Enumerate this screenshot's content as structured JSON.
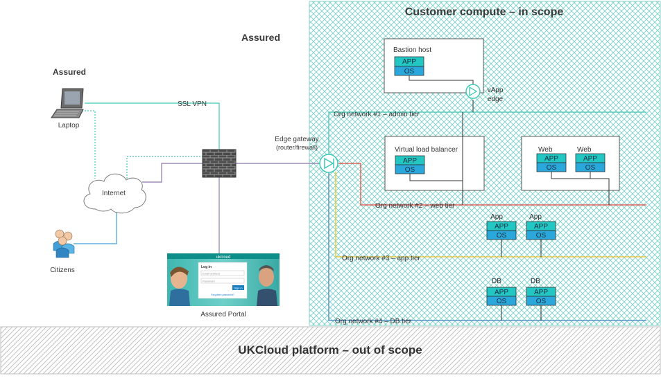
{
  "zones": {
    "customer_title": "Customer compute – in scope",
    "platform_title": "UKCloud platform – out of scope",
    "assured_top": "Assured",
    "assured_left": "Assured"
  },
  "endpoints": {
    "laptop": "Laptop",
    "internet": "Internet",
    "citizens": "Citizens",
    "ssl_vpn": "SSL VPN",
    "edge_gateway_line1": "Edge gateway",
    "edge_gateway_line2": "(router/firewall)",
    "vapp_edge_line1": "vApp",
    "vapp_edge_line2": "edge",
    "portal_caption": "Assured Portal"
  },
  "portal": {
    "brand": "ukcloud",
    "login_title": "Log in",
    "email_placeholder": "Email address",
    "password_placeholder": "Password",
    "signin": "Sign in",
    "forgot": "Forgotten password?"
  },
  "networks": {
    "n1": "Org network #1 – admin tier",
    "n2": "Org network #2 – web tier",
    "n3": "Org network #3 – app tier",
    "n4": "Org network #4 – DB tier"
  },
  "vms": {
    "app": "APP",
    "os": "OS",
    "bastion": "Bastion host",
    "vlb": "Virtual load balancer",
    "web1": "Web",
    "web2": "Web",
    "app1": "App",
    "app2": "App",
    "db1": "DB",
    "db2": "DB"
  },
  "colors": {
    "teal_line": "#3cc8b4",
    "purple_line": "#8a78a8",
    "red_line": "#e0473b",
    "yellow_line": "#e8c020",
    "blue_line": "#3f7fbf",
    "app_box": "#22c7c4",
    "os_box": "#2aa8dc",
    "firewall": "#5a5a5a",
    "hatch_teal": "#7fcfca",
    "hatch_grey": "#bdbdbd"
  }
}
